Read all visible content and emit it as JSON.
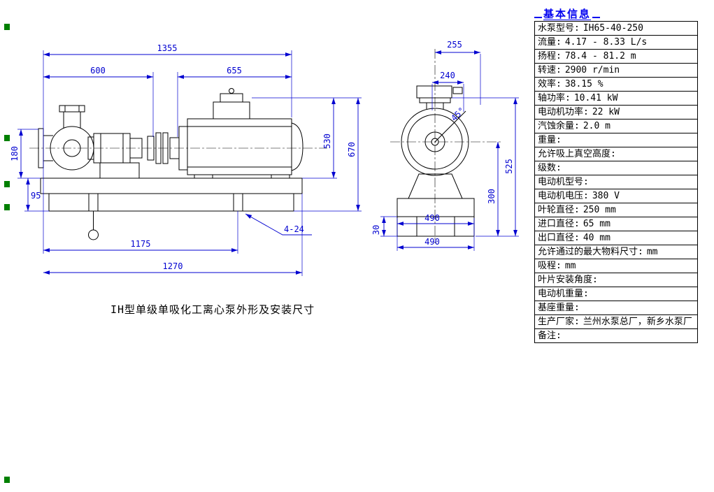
{
  "colors": {
    "dimension_blue": "#0000d0",
    "drawing_black": "#000000",
    "title_blue": "#0000f0",
    "marker_green": "#008000"
  },
  "caption": "IH型单级单吸化工离心泵外形及安装尺寸",
  "drawing": {
    "dims": {
      "overall_length": "1355",
      "pump_section_length": "600",
      "motor_section_length": "655",
      "height_to_base_top": "530",
      "height_overall": "670",
      "inlet_centre_height": "180",
      "base_step_height": "95",
      "anchor_bolt_span": "1175",
      "base_length": "1270",
      "anchor_bolt_holes": "4-24",
      "end_offset_255": "255",
      "end_offset_240": "240",
      "end_height_525": "525",
      "end_height_300": "300",
      "base_width_upper": "490",
      "base_width_lower": "490",
      "foot_height": "30",
      "discharge_angle": "45°"
    }
  },
  "info_panel": {
    "title": "基本信息",
    "rows": [
      {
        "label": "水泵型号:",
        "value": "IH65-40-250"
      },
      {
        "label": "流量:",
        "value": "4.17 - 8.33 L/s"
      },
      {
        "label": "扬程:",
        "value": "78.4 - 81.2 m"
      },
      {
        "label": "转速:",
        "value": "2900 r/min"
      },
      {
        "label": "效率:",
        "value": "38.15 %"
      },
      {
        "label": "轴功率:",
        "value": "10.41 kW"
      },
      {
        "label": "电动机功率:",
        "value": "22 kW"
      },
      {
        "label": "汽蚀余量:",
        "value": "2.0 m"
      },
      {
        "label": "重量:",
        "value": ""
      },
      {
        "label": "允许吸上真空高度:",
        "value": ""
      },
      {
        "label": "级数:",
        "value": ""
      },
      {
        "label": "电动机型号:",
        "value": ""
      },
      {
        "label": "电动机电压:",
        "value": "380 V"
      },
      {
        "label": "叶轮直径:",
        "value": "250 mm"
      },
      {
        "label": "进口直径:",
        "value": "65 mm"
      },
      {
        "label": "出口直径:",
        "value": "40 mm"
      },
      {
        "label": "允许通过的最大物料尺寸:",
        "value": "mm"
      },
      {
        "label": "吸程:",
        "value": "mm"
      },
      {
        "label": "叶片安装角度:",
        "value": ""
      },
      {
        "label": "电动机重量:",
        "value": ""
      },
      {
        "label": "基座重量:",
        "value": ""
      },
      {
        "label": "生产厂家:",
        "value": "兰州水泵总厂，新乡水泵厂"
      },
      {
        "label": "备注:",
        "value": ""
      }
    ]
  }
}
